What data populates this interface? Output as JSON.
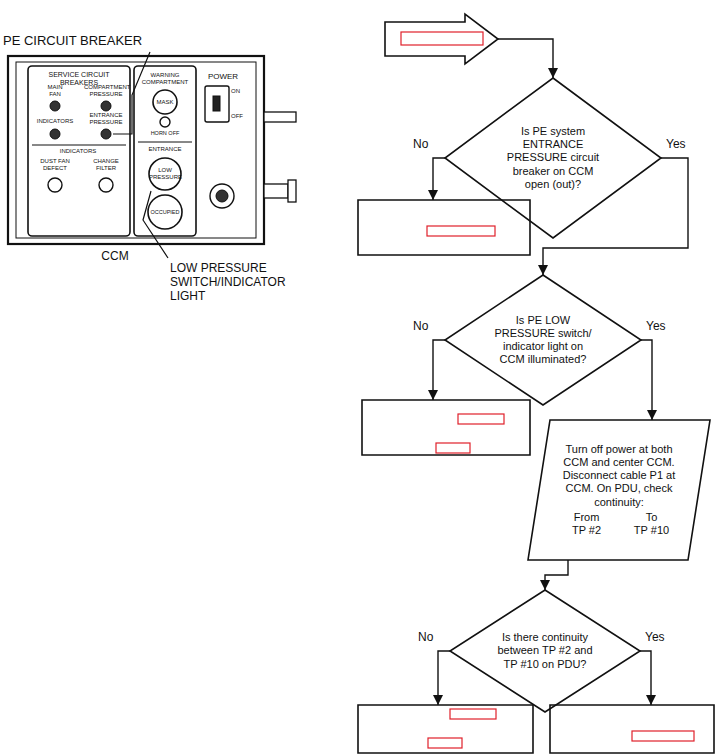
{
  "diagram": {
    "nodes": [
      {
        "text": []
      },
      {
        "text": [
          "Is PE system ENTRANCE PRESSURE circuit breaker on CCM open (out)?"
        ]
      },
      {
        "text": []
      },
      {
        "text": [
          "Is PE LOW PRESSURE switch/ indicator light on CCM illuminated?"
        ]
      },
      {
        "text": []
      },
      {
        "text": [
          "Turn off power at both CCM and center CCM. Disconnect cable P1 at CCM. On PDU, check continuity:",
          "From",
          "To",
          "TP #2",
          "TP #10"
        ]
      },
      {
        "text": [
          "Is there continuity between TP #2 and TP #10 on PDU?"
        ]
      },
      {
        "text": []
      },
      {
        "text": []
      }
    ],
    "edges": [
      {
        "from": 0,
        "to": 1,
        "arrow": "to"
      },
      {
        "from": 1,
        "to": 2,
        "label": "No",
        "arrow": "to"
      },
      {
        "from": 1,
        "to": 3,
        "label": "Yes",
        "arrow": "to"
      },
      {
        "from": 3,
        "to": 4,
        "label": "No",
        "arrow": "to"
      },
      {
        "from": 3,
        "to": 5,
        "label": "Yes",
        "arrow": "to"
      },
      {
        "from": 5,
        "to": 6,
        "arrow": "to"
      },
      {
        "from": 6,
        "to": 7,
        "label": "No",
        "arrow": "to"
      },
      {
        "from": 6,
        "to": 8,
        "label": "Yes",
        "arrow": "to"
      }
    ],
    "labels": [
      "PE CIRCUIT BREAKER",
      "CCM",
      "LOW PRESSURE SWITCH/INDICATOR LIGHT",
      "SERVICE CIRCUIT BREAKERS",
      "MAIN FAN",
      "COMPARTMENT PRESSURE",
      "INDICATORS",
      "ENTRANCE PRESSURE",
      "INDICATORS",
      "DUST FAN DEFECT",
      "CHANGE FILTER",
      "WARNING COMPARTMENT",
      "MASK",
      "HORN OFF",
      "ENTRANCE",
      "LOW PRESSURE",
      "OCCUPIED",
      "POWER",
      "ON",
      "OFF"
    ]
  }
}
